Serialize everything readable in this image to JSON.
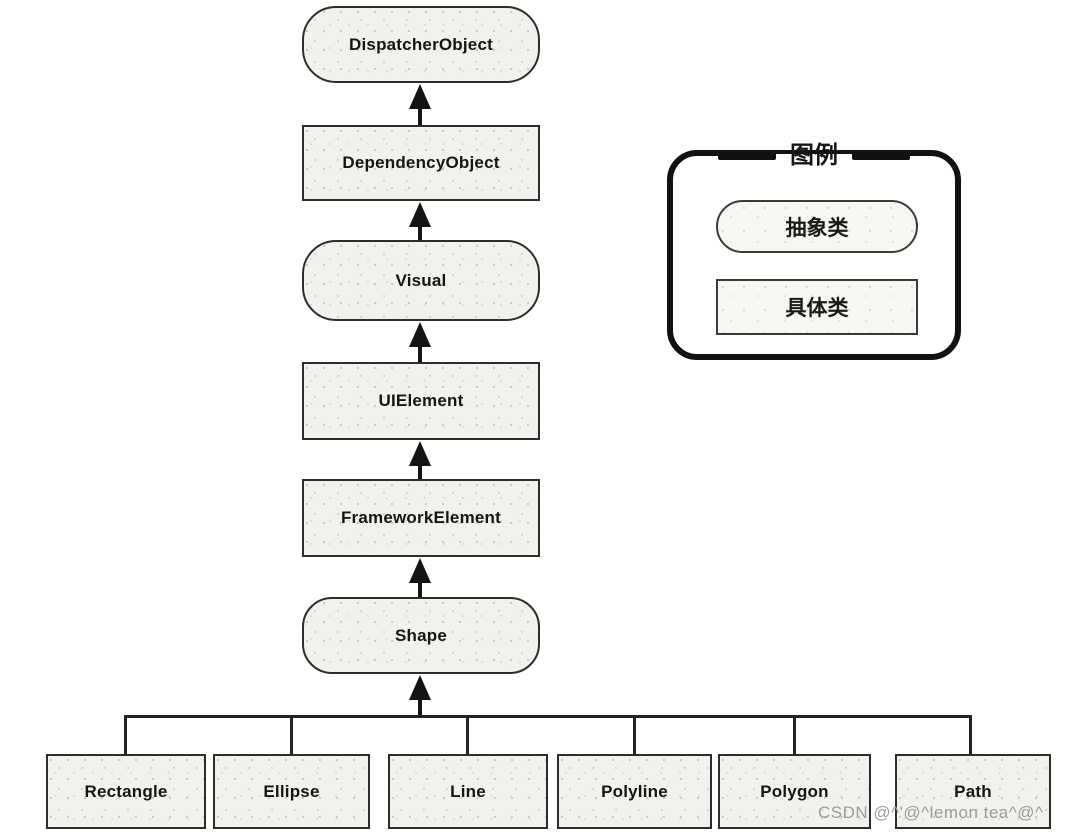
{
  "hierarchy": {
    "chain": [
      {
        "label": "DispatcherObject",
        "kind": "abstract"
      },
      {
        "label": "DependencyObject",
        "kind": "concrete"
      },
      {
        "label": "Visual",
        "kind": "abstract"
      },
      {
        "label": "UIElement",
        "kind": "concrete"
      },
      {
        "label": "FrameworkElement",
        "kind": "concrete"
      },
      {
        "label": "Shape",
        "kind": "abstract"
      }
    ],
    "children": [
      {
        "label": "Rectangle",
        "kind": "concrete"
      },
      {
        "label": "Ellipse",
        "kind": "concrete"
      },
      {
        "label": "Line",
        "kind": "concrete"
      },
      {
        "label": "Polyline",
        "kind": "concrete"
      },
      {
        "label": "Polygon",
        "kind": "concrete"
      },
      {
        "label": "Path",
        "kind": "concrete"
      }
    ]
  },
  "legend": {
    "title": "图例",
    "items": [
      {
        "label": "抽象类",
        "kind": "abstract"
      },
      {
        "label": "具体类",
        "kind": "concrete"
      }
    ]
  },
  "watermark": "CSDN @^'@^lemon tea^@^",
  "colors": {
    "box_fill": "#f2f1ed",
    "box_border": "#2d2d2d",
    "arrow": "#141414",
    "legend_border": "#111111",
    "watermark": "#9c9c9c",
    "background": "#ffffff"
  }
}
